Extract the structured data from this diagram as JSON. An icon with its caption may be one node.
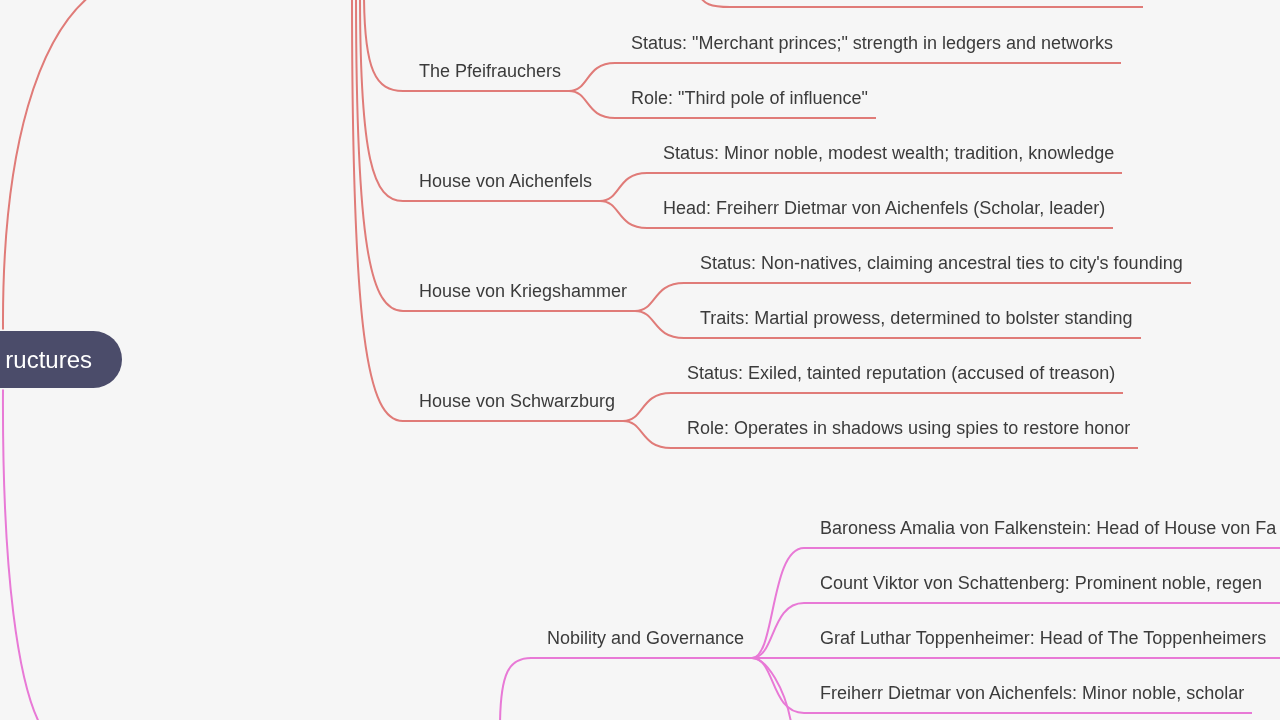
{
  "diagram": {
    "nodes": [
      {
        "text": [
          "ructures"
        ]
      },
      {
        "text": [
          "The Pfeifrauchers"
        ]
      },
      {
        "text": [
          "Status: \"Merchant princes;\" strength in ledgers and networks"
        ]
      },
      {
        "text": [
          "Role: \"Third pole of influence\""
        ]
      },
      {
        "text": [
          "House von Aichenfels"
        ]
      },
      {
        "text": [
          "Status: Minor noble, modest wealth; tradition, knowledge"
        ]
      },
      {
        "text": [
          "Head: Freiherr Dietmar von Aichenfels (Scholar, leader)"
        ]
      },
      {
        "text": [
          "House von Kriegshammer"
        ]
      },
      {
        "text": [
          "Status: Non-natives, claiming ancestral ties to city's founding"
        ]
      },
      {
        "text": [
          "Traits: Martial prowess, determined to bolster standing"
        ]
      },
      {
        "text": [
          "House von Schwarzburg"
        ]
      },
      {
        "text": [
          "Status: Exiled, tainted reputation (accused of treason)"
        ]
      },
      {
        "text": [
          "Role: Operates in shadows using spies to restore honor"
        ]
      },
      {
        "text": [
          "Nobility and Governance"
        ]
      },
      {
        "text": [
          "Baroness Amalia von Falkenstein: Head of House von Fa"
        ]
      },
      {
        "text": [
          "Count Viktor von Schattenberg: Prominent noble, regen"
        ]
      },
      {
        "text": [
          "Graf Luthar Toppenheimer: Head of The Toppenheimers"
        ]
      },
      {
        "text": [
          "Freiherr Dietmar von Aichenfels: Minor noble, scholar"
        ]
      }
    ],
    "edges": [
      {
        "from": 0,
        "to": null,
        "arrow": "none"
      },
      {
        "from": 0,
        "to": null,
        "arrow": "none",
        "color": "#e879d6"
      },
      {
        "from": null,
        "to": 1,
        "arrow": "none"
      },
      {
        "from": null,
        "to": 4,
        "arrow": "none"
      },
      {
        "from": null,
        "to": 7,
        "arrow": "none"
      },
      {
        "from": null,
        "to": 10,
        "arrow": "none"
      },
      {
        "from": 1,
        "to": 2,
        "arrow": "none"
      },
      {
        "from": 1,
        "to": 3,
        "arrow": "none"
      },
      {
        "from": 4,
        "to": 5,
        "arrow": "none"
      },
      {
        "from": 4,
        "to": 6,
        "arrow": "none"
      },
      {
        "from": 7,
        "to": 8,
        "arrow": "none"
      },
      {
        "from": 7,
        "to": 9,
        "arrow": "none"
      },
      {
        "from": 10,
        "to": 11,
        "arrow": "none"
      },
      {
        "from": 10,
        "to": 12,
        "arrow": "none"
      },
      {
        "from": null,
        "to": 13,
        "arrow": "none",
        "color": "#e879d6"
      },
      {
        "from": 13,
        "to": 14,
        "arrow": "none",
        "color": "#e879d6"
      },
      {
        "from": 13,
        "to": 15,
        "arrow": "none",
        "color": "#e879d6"
      },
      {
        "from": 13,
        "to": 16,
        "arrow": "none",
        "color": "#e879d6"
      },
      {
        "from": 13,
        "to": 17,
        "arrow": "none",
        "color": "#e879d6"
      },
      {
        "from": 13,
        "to": null,
        "arrow": "none",
        "color": "#e879d6"
      }
    ]
  }
}
